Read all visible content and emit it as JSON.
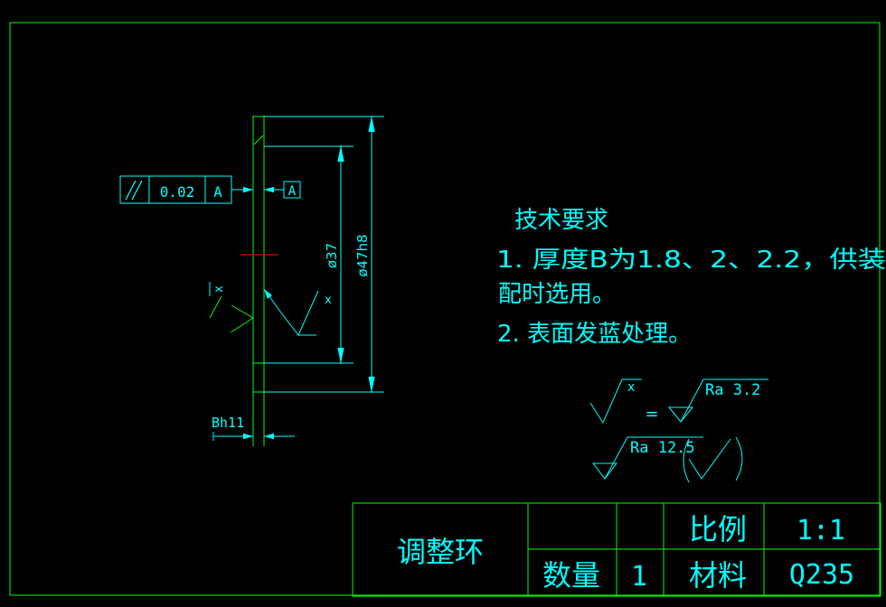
{
  "colors": {
    "background": "#000000",
    "border": "#00ff00",
    "dimension": "#00ffff",
    "centerline": "#ff0000"
  },
  "drawing": {
    "datum_label": "A",
    "tolerance_frame": {
      "symbol": "//",
      "value": "0.02",
      "datum": "A"
    },
    "inner_diameter": "ø37",
    "outer_diameter": "ø47h8",
    "thickness": "Bh11",
    "surface_symbol_left": "x",
    "surface_symbol_right": "x"
  },
  "notes": {
    "title": "技术要求",
    "line1": "1. 厚度B为1.8、2、2.2，供装",
    "line2": "配时选用。",
    "line3": "2. 表面发蓝处理。"
  },
  "roughness": {
    "symbol_x": "x",
    "equals": "=",
    "value1": "Ra 3.2",
    "value2": "Ra 12.5"
  },
  "title_block": {
    "part_name": "调整环",
    "scale_label": "比例",
    "scale_value": "1:1",
    "quantity_label": "数量",
    "quantity_value": "1",
    "material_label": "材料",
    "material_value": "Q235"
  }
}
